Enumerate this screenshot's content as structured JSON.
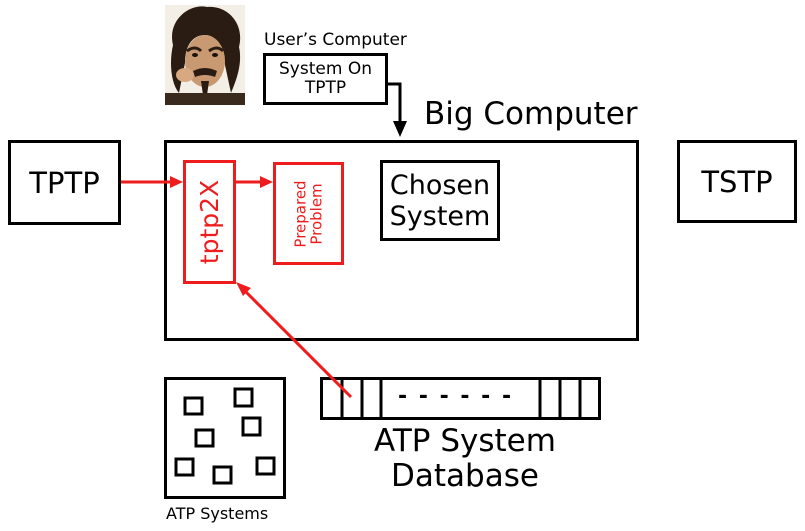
{
  "users_computer": {
    "heading": "User’s Computer",
    "system_line1": "System On",
    "system_line2": "TPTP"
  },
  "big_computer": {
    "title": "Big Computer",
    "chosen_line1": "Chosen",
    "chosen_line2": "System",
    "tptp2x": "tptp2X",
    "prepared_line1": "Prepared",
    "prepared_line2": "Problem"
  },
  "tptp": "TPTP",
  "tstp": "TSTP",
  "database": {
    "dashes": "- - - - - -",
    "label_line1": "ATP System",
    "label_line2": "Database"
  },
  "atp_systems": {
    "label": "ATP Systems"
  },
  "colors": {
    "black": "#000000",
    "red": "#ee1c1c"
  }
}
